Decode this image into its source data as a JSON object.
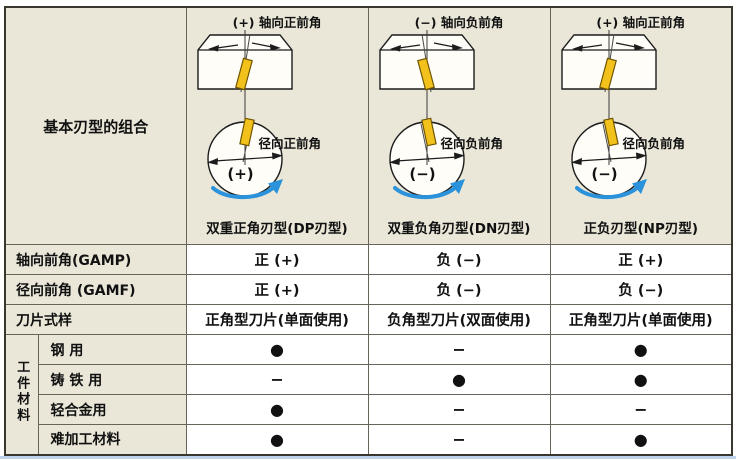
{
  "colors": {
    "cream": "#eae7d8",
    "cell_white": "#ffffff",
    "border_dark": "#39372e",
    "grid_line": "#66635a",
    "diagram_line": "#1c1c1c",
    "insert_yellow": "#f3c11b",
    "insert_outline": "#6f5600",
    "arrow_blue": "#2a93db",
    "bottom_accent": "#bcd2e8"
  },
  "header": {
    "combo_label": "基本刃型的组合",
    "columns": [
      {
        "id": "DP",
        "axial_label": "(+) 轴向正前角",
        "radial_label": "径向正前角",
        "rotation_sign": "(+)",
        "caption": "双重正角刃型(DP刃型)",
        "axial_sign": "+",
        "radial_sign": "+"
      },
      {
        "id": "DN",
        "axial_label": "(−) 轴向负前角",
        "radial_label": "径向负前角",
        "rotation_sign": "(−)",
        "caption": "双重负角刃型(DN刃型)",
        "axial_sign": "-",
        "radial_sign": "-"
      },
      {
        "id": "NP",
        "axial_label": "(+) 轴向正前角",
        "radial_label": "径向负前角",
        "rotation_sign": "(−)",
        "caption": "正负刃型(NP刃型)",
        "axial_sign": "+",
        "radial_sign": "-"
      }
    ]
  },
  "rows": [
    {
      "label": "轴向前角(GAMP)",
      "values": [
        "正 (+)",
        "负 (−)",
        "正 (+)"
      ]
    },
    {
      "label": "径向前角 (GAMF)",
      "values": [
        "正 (+)",
        "负 (−)",
        "负 (−)"
      ]
    },
    {
      "label": "刀片式样",
      "values": [
        "正角型刀片(单面使用)",
        "负角型刀片(双面使用)",
        "正角型刀片(单面使用)"
      ]
    }
  ],
  "materials": {
    "group_label": "工件材料",
    "rows": [
      {
        "label": "钢 用",
        "values": [
          "●",
          "−",
          "●"
        ]
      },
      {
        "label": "铸 铁 用",
        "values": [
          "−",
          "●",
          "●"
        ]
      },
      {
        "label": "轻合金用",
        "values": [
          "●",
          "−",
          "−"
        ]
      },
      {
        "label": "难加工材料",
        "values": [
          "●",
          "−",
          "●"
        ]
      }
    ]
  }
}
